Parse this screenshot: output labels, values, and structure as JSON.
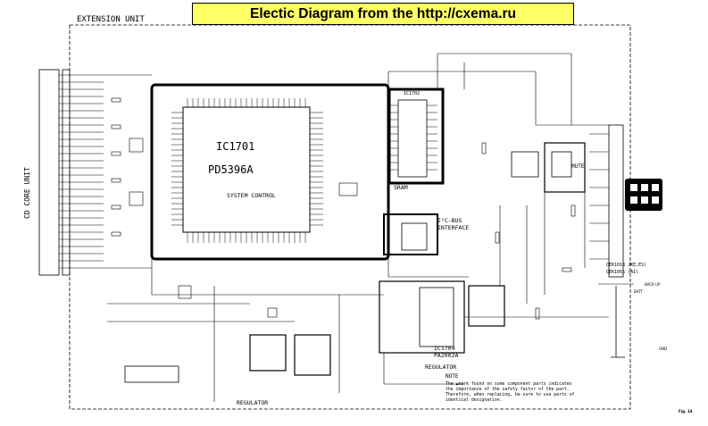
{
  "banner": {
    "text": "Electic Diagram from the http://cxema.ru"
  },
  "labels": {
    "extension_unit": "EXTENSION UNIT",
    "cd_core_unit": "CD CORE UNIT",
    "ic1701_name": "IC1701",
    "ic1701_part": "PD5396A",
    "system_control": "SYSTEM CONTROL",
    "ic1702_name": "IC1702",
    "sram": "SRAM",
    "i2c_bus": "I²C-BUS",
    "interface": "INTERFACE",
    "mute": "MUTE",
    "ic1704_name": "IC1704",
    "ic1704_part": "PA2002A",
    "regulator_main": "REGULATOR",
    "regulator_left": "REGULATOR",
    "note_title": "NOTE",
    "note_line1": "The ▲mark found on some component parts indicates",
    "note_line2": "the importance of the safety factor of the part.",
    "note_line3": "Therefore, when replacing, be sure to use parts of",
    "note_line4": "identical designation.",
    "cn_label_1": "CEK1018 (KE,ES)",
    "cn_label_2": "CEK1055 (AI)",
    "back_up": "BACK UP",
    "batt": "BATT",
    "gnd": "GND",
    "fig": "Fig. 14"
  },
  "colors": {
    "banner_bg": "#ffff66",
    "line": "#000000",
    "background": "#ffffff"
  }
}
